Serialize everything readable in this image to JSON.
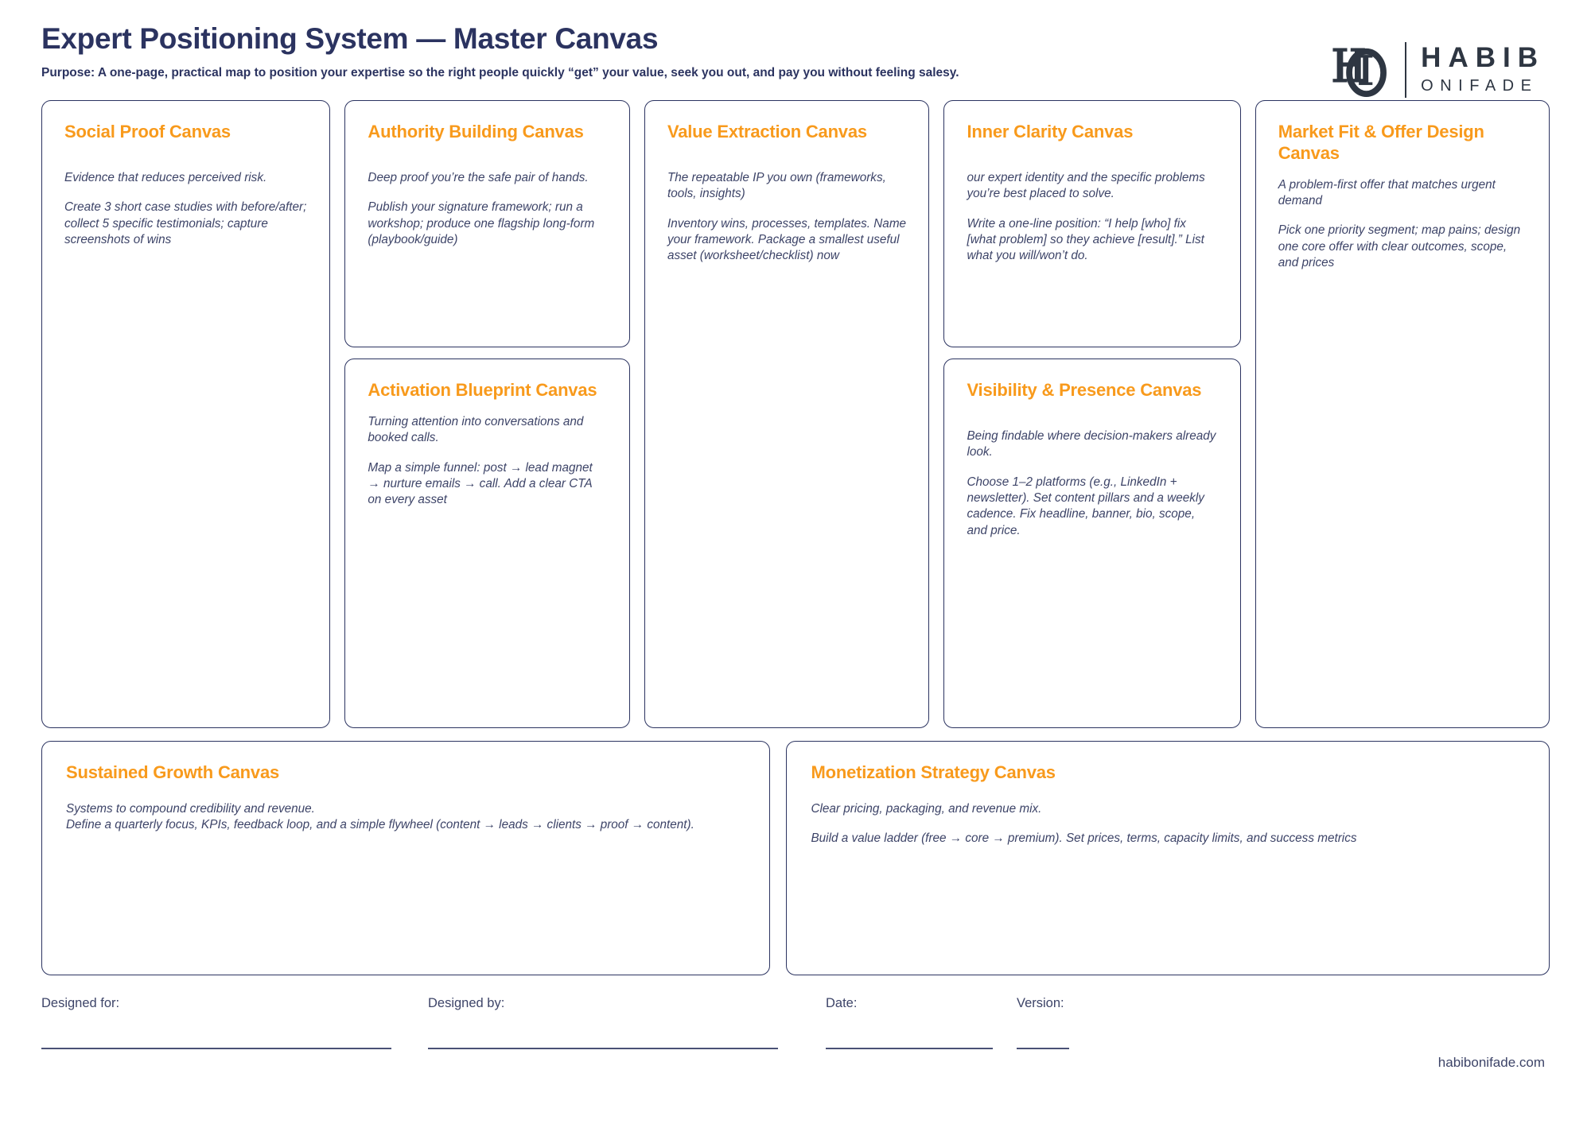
{
  "header": {
    "title": "Expert Positioning System — Master Canvas",
    "purpose": "Purpose: A one-page, practical map to position your expertise so the right people quickly “get” your value, seek you out, and pay you without feeling salesy.",
    "logo": {
      "monogram": "HO",
      "name_top": "HABIB",
      "name_bottom": "ONIFADE"
    }
  },
  "colors": {
    "accent_orange": "#F89A1C",
    "navy": "#2B3360",
    "body_text": "#3D4468",
    "logo_dark": "#2E3642"
  },
  "cards": {
    "social_proof": {
      "title": "Social Proof Canvas",
      "definition": "Evidence that reduces perceived risk.",
      "action": "Create 3 short case studies with before/after; collect 5 specific testimonials; capture screenshots of wins"
    },
    "authority_building": {
      "title": "Authority Building Canvas",
      "definition": "Deep proof you’re the safe pair of hands.",
      "action": "Publish your signature framework; run a workshop; produce one flagship long-form (playbook/guide)"
    },
    "activation_blueprint": {
      "title": "Activation Blueprint Canvas",
      "definition": "Turning attention into conversations and booked calls.",
      "action": "Map a simple funnel: post → lead magnet → nurture emails → call. Add a clear CTA on every asset"
    },
    "value_extraction": {
      "title": "Value Extraction Canvas",
      "definition": "The repeatable IP you own (frameworks, tools, insights)",
      "action": "Inventory wins, processes, templates. Name your framework. Package a smallest useful asset (worksheet/checklist) now"
    },
    "inner_clarity": {
      "title": "Inner Clarity Canvas",
      "definition": "our expert identity and the specific problems you’re best placed to solve.",
      "action": "Write a one-line position: “I help [who] fix [what problem] so they achieve [result].” List what you will/won’t do."
    },
    "visibility_presence": {
      "title": "Visibility & Presence Canvas",
      "definition": "Being findable where decision-makers already look.",
      "action": "Choose 1–2 platforms (e.g., LinkedIn + newsletter). Set content pillars and a weekly cadence. Fix headline, banner, bio, scope, and price."
    },
    "market_fit": {
      "title": "Market Fit & Offer Design Canvas",
      "definition": "A problem-first offer that matches urgent demand",
      "action": "Pick one priority segment; map pains; design one core offer with clear outcomes, scope, and prices"
    },
    "sustained_growth": {
      "title": "Sustained Growth Canvas",
      "definition": "Systems to compound credibility and revenue.",
      "action": "Define a quarterly focus, KPIs, feedback loop, and a simple flywheel (content → leads → clients → proof → content)."
    },
    "monetization_strategy": {
      "title": "Monetization Strategy Canvas",
      "definition": "Clear pricing, packaging, and revenue mix.",
      "action": "Build a value ladder (free → core → premium). Set prices, terms, capacity limits, and success metrics"
    }
  },
  "footer": {
    "designed_for_label": "Designed for:",
    "designed_by_label": "Designed by:",
    "date_label": "Date:",
    "version_label": "Version:",
    "designed_for_value": "",
    "designed_by_value": "",
    "date_value": "",
    "version_value": "",
    "site_url": "habibonifade.com"
  }
}
